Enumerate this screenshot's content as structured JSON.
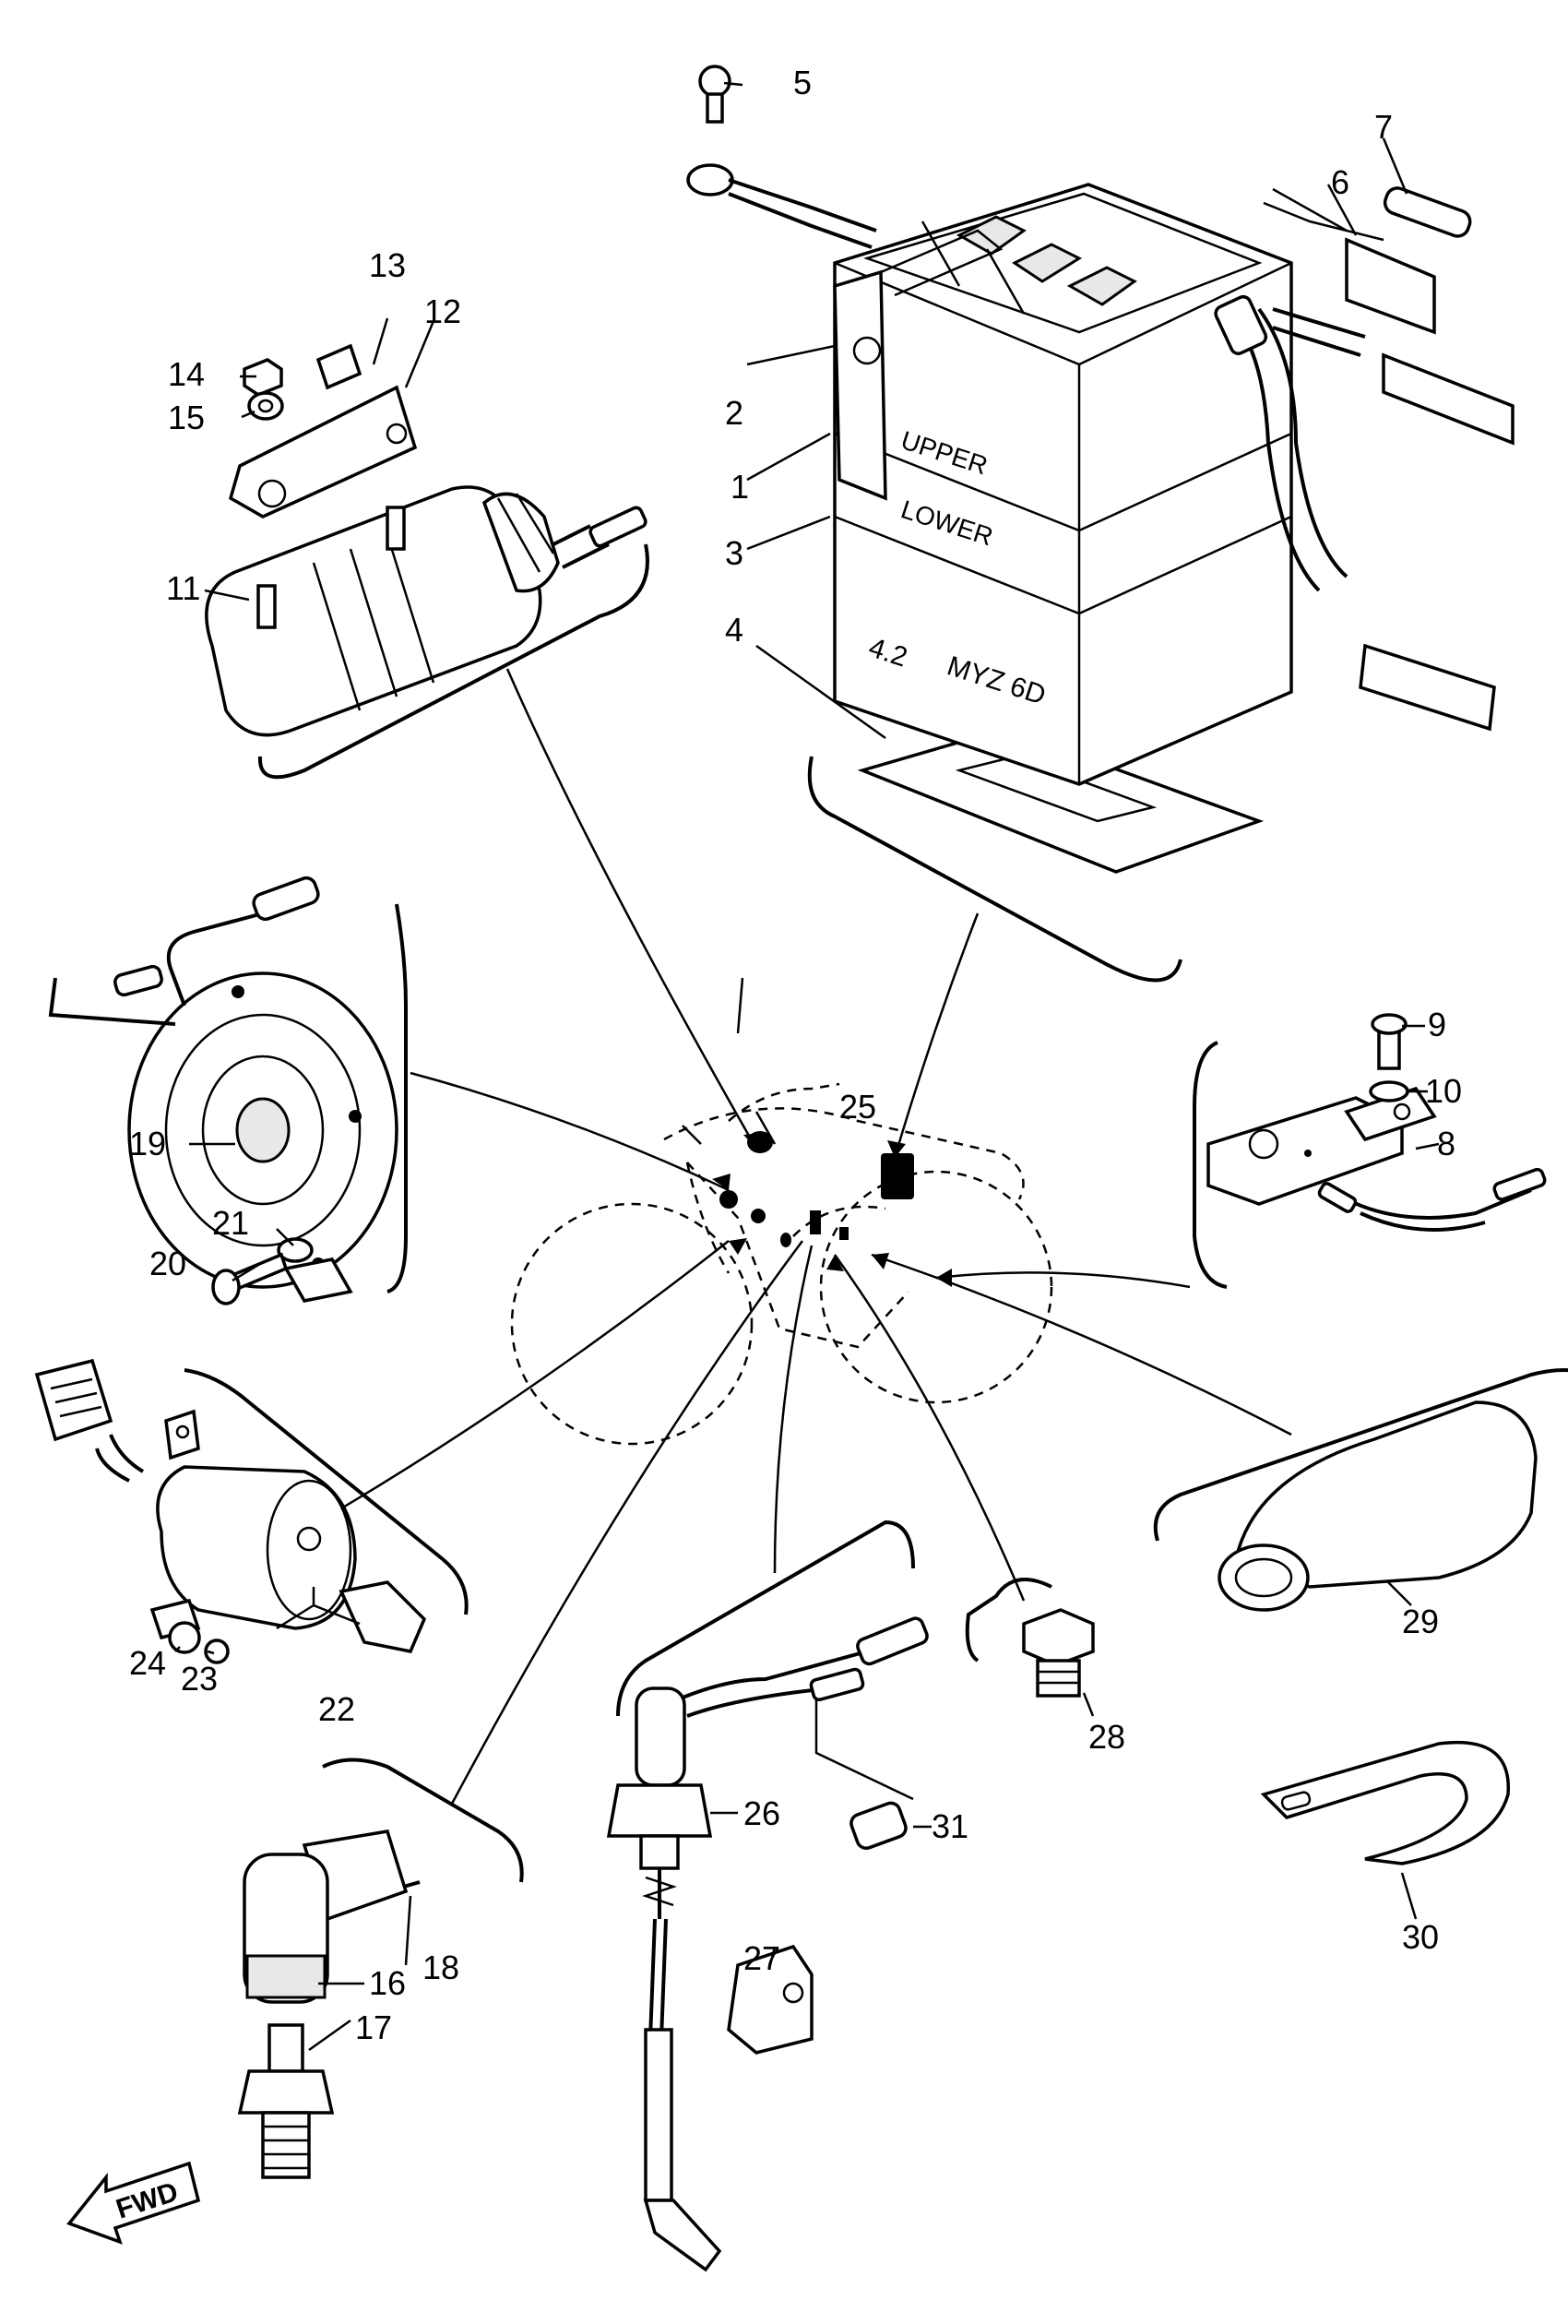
{
  "diagram": {
    "callouts": [
      {
        "id": "c1",
        "text": "1"
      },
      {
        "id": "c2",
        "text": "2"
      },
      {
        "id": "c3",
        "text": "3"
      },
      {
        "id": "c4",
        "text": "4"
      },
      {
        "id": "c5",
        "text": "5"
      },
      {
        "id": "c6",
        "text": "6"
      },
      {
        "id": "c7",
        "text": "7"
      },
      {
        "id": "c8",
        "text": "8"
      },
      {
        "id": "c9",
        "text": "9"
      },
      {
        "id": "c10",
        "text": "10"
      },
      {
        "id": "c11",
        "text": "11"
      },
      {
        "id": "c12",
        "text": "12"
      },
      {
        "id": "c13",
        "text": "13"
      },
      {
        "id": "c14",
        "text": "14"
      },
      {
        "id": "c15",
        "text": "15"
      },
      {
        "id": "c16",
        "text": "16"
      },
      {
        "id": "c17",
        "text": "17"
      },
      {
        "id": "c18",
        "text": "18"
      },
      {
        "id": "c19",
        "text": "19"
      },
      {
        "id": "c20",
        "text": "20"
      },
      {
        "id": "c21",
        "text": "21"
      },
      {
        "id": "c22",
        "text": "22"
      },
      {
        "id": "c23",
        "text": "23"
      },
      {
        "id": "c24",
        "text": "24"
      },
      {
        "id": "c25",
        "text": "25"
      },
      {
        "id": "c26",
        "text": "26"
      },
      {
        "id": "c27",
        "text": "27"
      },
      {
        "id": "c28",
        "text": "28"
      },
      {
        "id": "c29",
        "text": "29"
      },
      {
        "id": "c30",
        "text": "30"
      },
      {
        "id": "c31",
        "text": "31"
      }
    ],
    "battery_labels": {
      "upper": "UPPER",
      "lower": "LOWER",
      "model": "MYZ 6D",
      "left": "4.2"
    },
    "fwd_label": "FWD"
  }
}
